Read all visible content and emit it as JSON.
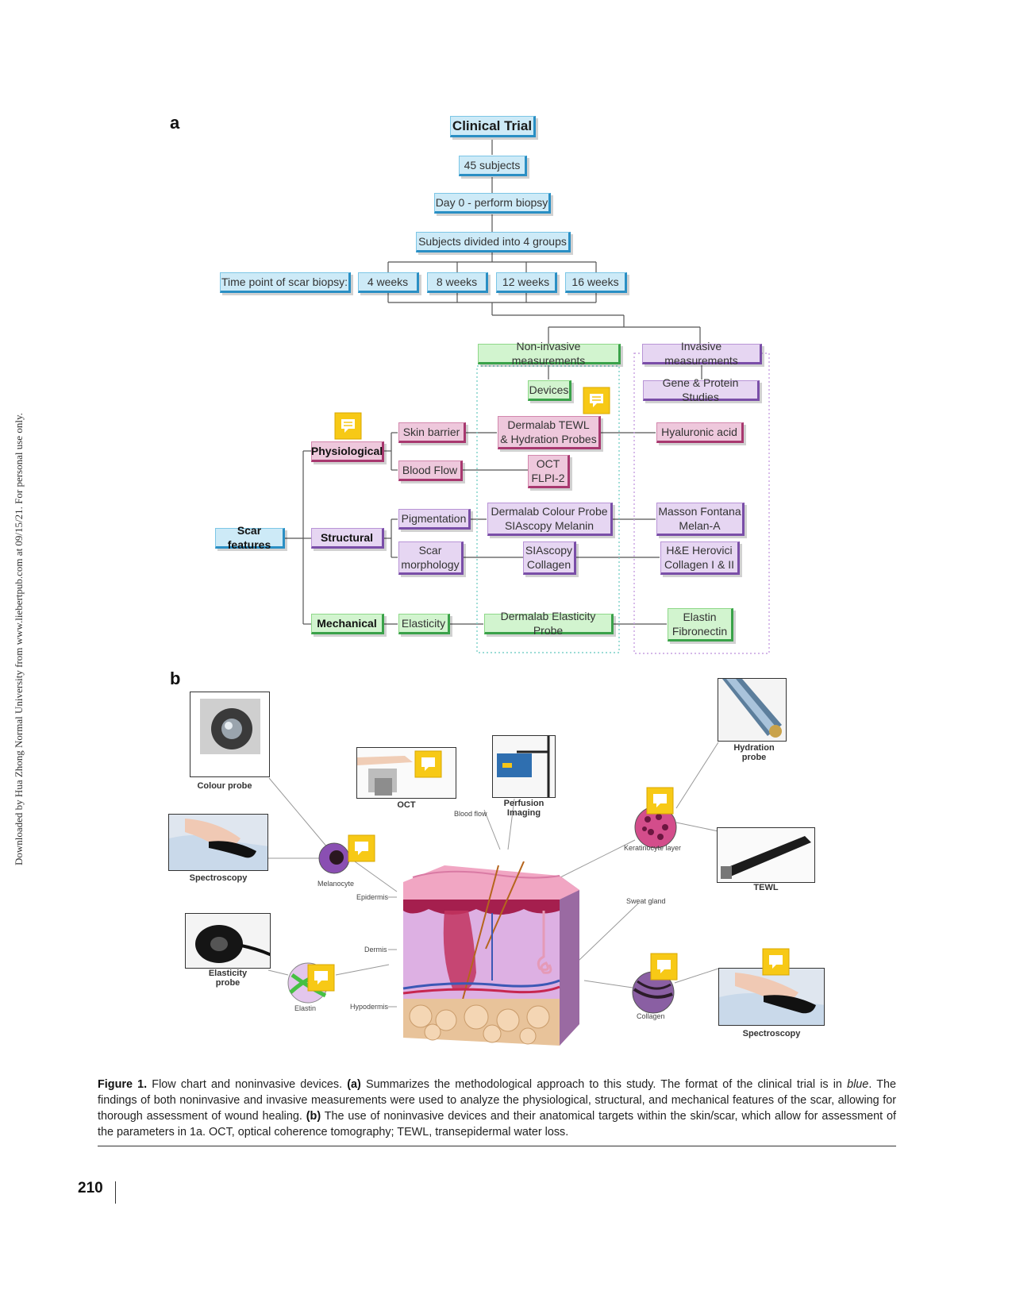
{
  "side_note": "Downloaded by Hua Zhong Normal University from www.liebertpub.com at 09/15/21. For personal use only.",
  "panel_a": "a",
  "panel_b": "b",
  "flow": {
    "clinical_trial": "Clinical Trial",
    "subjects": "45 subjects",
    "day0": "Day 0 - perform biopsy",
    "groups": "Subjects divided into 4 groups",
    "time_point": "Time point of scar biopsy:",
    "weeks": [
      "4 weeks",
      "8 weeks",
      "12 weeks",
      "16 weeks"
    ],
    "noninvasive": "Non-invasive measurements",
    "invasive": "Invasive measurements",
    "devices": "Devices",
    "gene_protein": "Gene & Protein Studies",
    "scar_features": "Scar features",
    "physiological": "Physiological",
    "structural": "Structural",
    "mechanical": "Mechanical",
    "skin_barrier": "Skin barrier",
    "blood_flow": "Blood Flow",
    "pigmentation": "Pigmentation",
    "scar_morphology": "Scar\nmorphology",
    "elasticity": "Elasticity",
    "tewl_hydration": "Dermalab TEWL\n& Hydration Probes",
    "oct_flpi": "OCT\nFLPI-2",
    "colour_probe": "Dermalab Colour Probe\nSIAscopy Melanin",
    "siascopy_collagen": "SIAscopy\nCollagen",
    "elasticity_probe": "Dermalab Elasticity Probe",
    "hyaluronic": "Hyaluronic acid",
    "masson": "Masson Fontana\nMelan-A",
    "he": "H&E Herovici\nCollagen I & II",
    "elastin_fib": "Elastin\nFibronectin"
  },
  "figure_b": {
    "colour_probe": "Colour probe",
    "spectroscopy_left": "Spectroscopy",
    "elasticity_probe": "Elasticity\nprobe",
    "oct": "OCT",
    "perfusion": "Perfusion\nImaging",
    "blood_flow": "Blood flow",
    "melanocyte": "Melanocyte",
    "epidermis": "Epidermis",
    "dermis": "Dermis",
    "hypodermis": "Hypodermis",
    "elastin": "Elastin",
    "keratinocyte": "Keratinocyte layer",
    "sweat_gland": "Sweat gland",
    "collagen": "Collagen",
    "hydration_probe": "Hydration\nprobe",
    "tewl": "TEWL",
    "spectroscopy_right": "Spectroscopy"
  },
  "caption": {
    "label": "Figure 1.",
    "intro": " Flow chart and noninvasive devices. ",
    "a_tag": "(a)",
    "a_text": " Summarizes the methodological approach to this study. The format of the clinical trial is in ",
    "blue_word": "blue",
    "a_text2": ". The findings of both noninvasive and invasive measurements were used to analyze the physiological, structural, and mechanical features of the scar, allowing for thorough assessment of wound healing. ",
    "b_tag": "(b)",
    "b_text": " The use of noninvasive devices and their anatomical targets within the skin/scar, which allow for assessment of the parameters in 1a. OCT, optical coherence tomography; TEWL, transepidermal water loss."
  },
  "page_number": "210",
  "colors": {
    "blue": "#2a8fc4",
    "green": "#3aa24a",
    "purple": "#7a4ea8",
    "pink": "#a8386f",
    "comment_yellow": "#f7c916"
  }
}
